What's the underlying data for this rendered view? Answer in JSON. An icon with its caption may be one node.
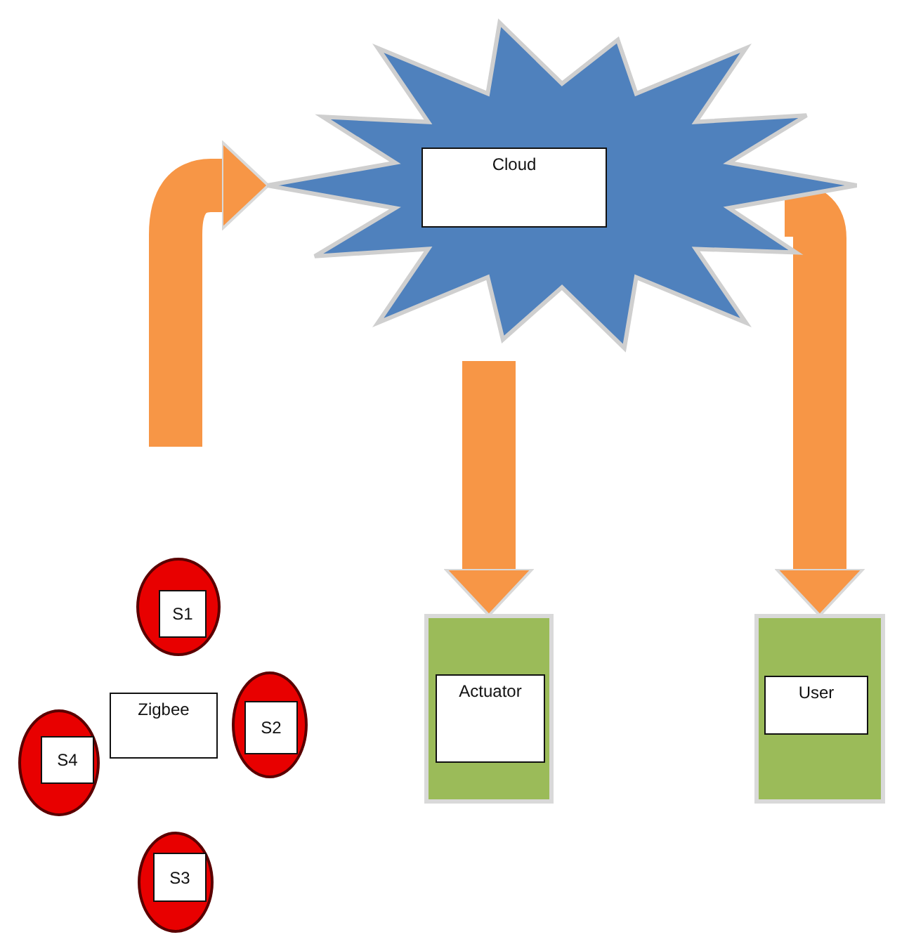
{
  "diagram": {
    "nodes": [
      {
        "text": [],
        "shape": "star"
      },
      {
        "text": [
          "Cloud"
        ],
        "in": 0
      },
      {
        "text": [],
        "shape": "circle"
      },
      {
        "text": [
          "S1"
        ],
        "in": 2
      },
      {
        "text": [],
        "shape": "box"
      },
      {
        "text": [
          "Actuator"
        ],
        "in": 4
      },
      {
        "text": [],
        "shape": "box"
      },
      {
        "text": [
          "User"
        ],
        "in": 6
      },
      {
        "text": [
          "Zigbee"
        ]
      },
      {
        "text": [],
        "shape": "circle"
      },
      {
        "text": [
          "S2"
        ],
        "in": 9
      },
      {
        "text": [],
        "shape": "circle"
      },
      {
        "text": [
          "S4"
        ],
        "in": 11
      },
      {
        "text": [],
        "shape": "circle"
      },
      {
        "text": [
          "S3"
        ],
        "in": 13
      }
    ],
    "edges": [
      {
        "from": null,
        "to": 0,
        "arrow": "to"
      },
      {
        "from": 0,
        "to": 4,
        "arrow": "to"
      },
      {
        "from": 0,
        "to": 6,
        "arrow": "to"
      }
    ]
  }
}
